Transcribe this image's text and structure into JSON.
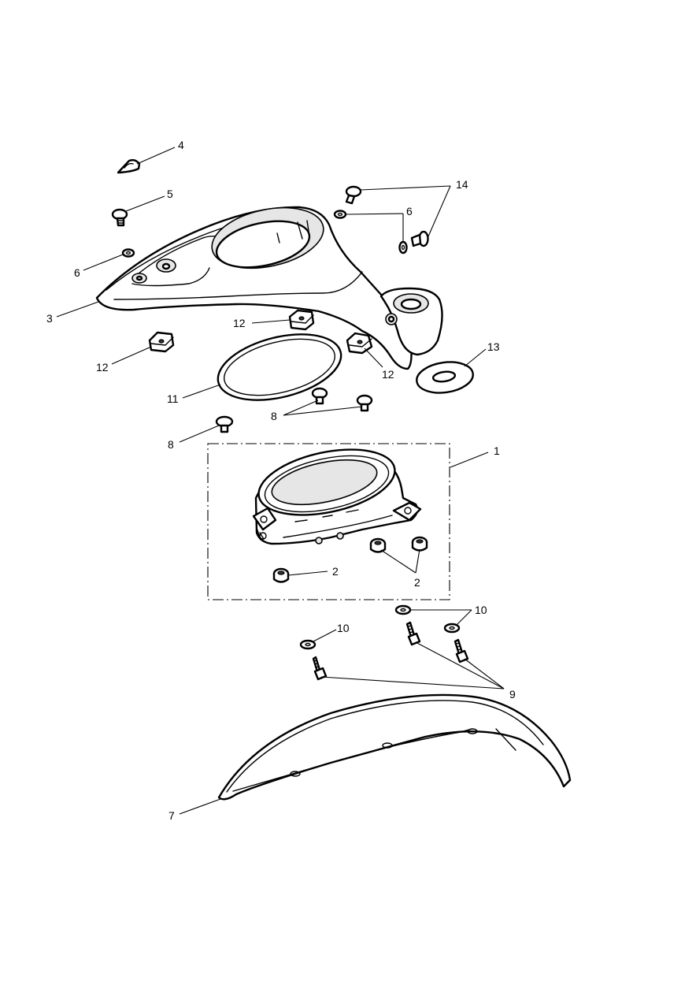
{
  "diagram": {
    "callouts": [
      {
        "id": "c1",
        "text": "1"
      },
      {
        "id": "c2a",
        "text": "2"
      },
      {
        "id": "c2b",
        "text": "2"
      },
      {
        "id": "c3",
        "text": "3"
      },
      {
        "id": "c4",
        "text": "4"
      },
      {
        "id": "c5",
        "text": "5"
      },
      {
        "id": "c6a",
        "text": "6"
      },
      {
        "id": "c6b",
        "text": "6"
      },
      {
        "id": "c7",
        "text": "7"
      },
      {
        "id": "c8a",
        "text": "8"
      },
      {
        "id": "c8b",
        "text": "8"
      },
      {
        "id": "c9",
        "text": "9"
      },
      {
        "id": "c10a",
        "text": "10"
      },
      {
        "id": "c10b",
        "text": "10"
      },
      {
        "id": "c11",
        "text": "11"
      },
      {
        "id": "c12a",
        "text": "12"
      },
      {
        "id": "c12b",
        "text": "12"
      },
      {
        "id": "c12c",
        "text": "12"
      },
      {
        "id": "c13",
        "text": "13"
      },
      {
        "id": "c14",
        "text": "14"
      }
    ]
  }
}
